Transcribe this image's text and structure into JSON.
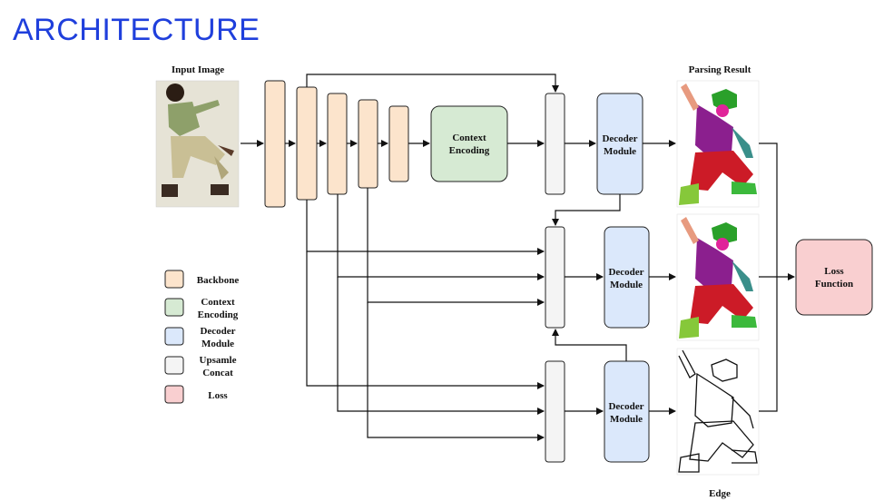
{
  "title": "ARCHITECTURE",
  "labels": {
    "input_image": "Input Image",
    "parsing_result": "Parsing Result",
    "edge": "Edge"
  },
  "blocks": {
    "context_encoding": [
      "Context",
      "Encoding"
    ],
    "decoder_1": [
      "Decoder",
      "Module"
    ],
    "decoder_2": [
      "Decoder",
      "Module"
    ],
    "decoder_3": [
      "Decoder",
      "Module"
    ],
    "loss": [
      "Loss",
      "Function"
    ]
  },
  "legend": [
    {
      "lines": [
        "Backbone"
      ],
      "color": "#fce4cc"
    },
    {
      "lines": [
        "Context",
        "Encoding"
      ],
      "color": "#d6ead3"
    },
    {
      "lines": [
        "Decoder",
        "Module"
      ],
      "color": "#dbe8fb"
    },
    {
      "lines": [
        "Upsamle",
        "Concat"
      ],
      "color": "#f4f4f4"
    },
    {
      "lines": [
        "Loss"
      ],
      "color": "#f9cfd0"
    }
  ],
  "colors": {
    "backbone": "#fce4cc",
    "context": "#d6ead3",
    "decoder": "#dbe8fb",
    "concat": "#f4f4f4",
    "loss": "#f9cfd0",
    "title": "#1f3fdc"
  }
}
